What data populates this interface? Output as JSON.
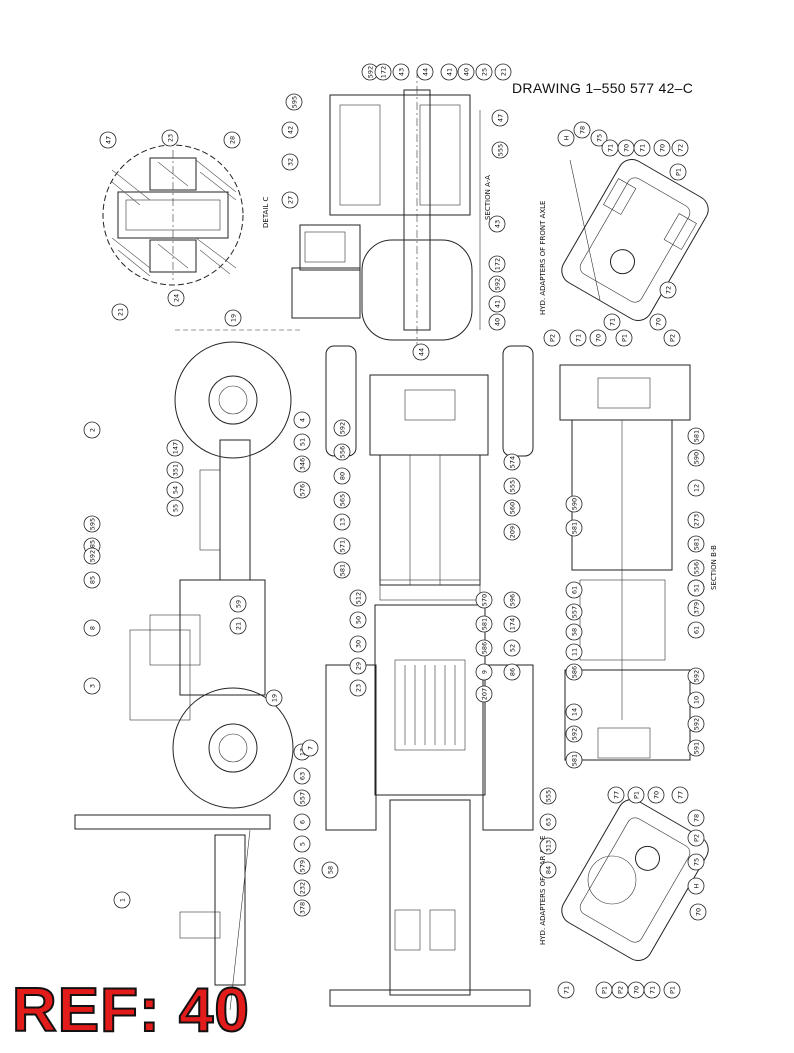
{
  "drawing_number": "DRAWING  1–550 577 42–C",
  "reference": "REF: 40",
  "view_labels": {
    "detail_c": "DETAIL C",
    "section_a": "SECTION A-A",
    "section_b": "SECTION B-B",
    "hyd_front": "HYD. ADAPTERS OF FRONT AXLE",
    "hyd_rear": "HYD. ADAPTERS OF REAR AXLE"
  },
  "callouts": {
    "detail": [
      "47",
      "23",
      "28",
      "21",
      "24"
    ],
    "top_section": [
      "592",
      "172",
      "43",
      "44",
      "41",
      "40",
      "25",
      "21",
      "47",
      "555",
      "595",
      "42",
      "32",
      "27",
      "43",
      "172",
      "592",
      "41",
      "40",
      "44"
    ],
    "side_view": [
      "19",
      "4",
      "51",
      "346",
      "576",
      "2",
      "55",
      "54",
      "351",
      "147",
      "595",
      "585",
      "592",
      "85",
      "8",
      "3",
      "19",
      "59",
      "21",
      "13",
      "63",
      "557",
      "6",
      "5",
      "579",
      "232",
      "378",
      "1"
    ],
    "center": [
      "592",
      "556",
      "80",
      "565",
      "13",
      "571",
      "581",
      "574",
      "555",
      "560",
      "209",
      "512",
      "50",
      "30",
      "29",
      "23",
      "570",
      "581",
      "586",
      "9",
      "207",
      "596",
      "174",
      "52",
      "86",
      "58",
      "7",
      "555",
      "63",
      "313",
      "84"
    ],
    "section_bb": [
      "581",
      "590",
      "12",
      "590",
      "581",
      "273",
      "581",
      "556",
      "61",
      "588",
      "379",
      "51",
      "557",
      "58",
      "61",
      "11",
      "586",
      "592",
      "10",
      "14",
      "592",
      "592",
      "591",
      "581"
    ],
    "front_adapters": [
      "H",
      "78",
      "75",
      "71",
      "70",
      "71",
      "70",
      "72",
      "P1",
      "P2",
      "72",
      "71",
      "70",
      "71",
      "P1",
      "70",
      "P2"
    ],
    "rear_adapters": [
      "77",
      "P1",
      "70",
      "77",
      "78",
      "P2",
      "75",
      "H",
      "70",
      "P1",
      "71",
      "70",
      "P2",
      "P1",
      "71"
    ]
  }
}
